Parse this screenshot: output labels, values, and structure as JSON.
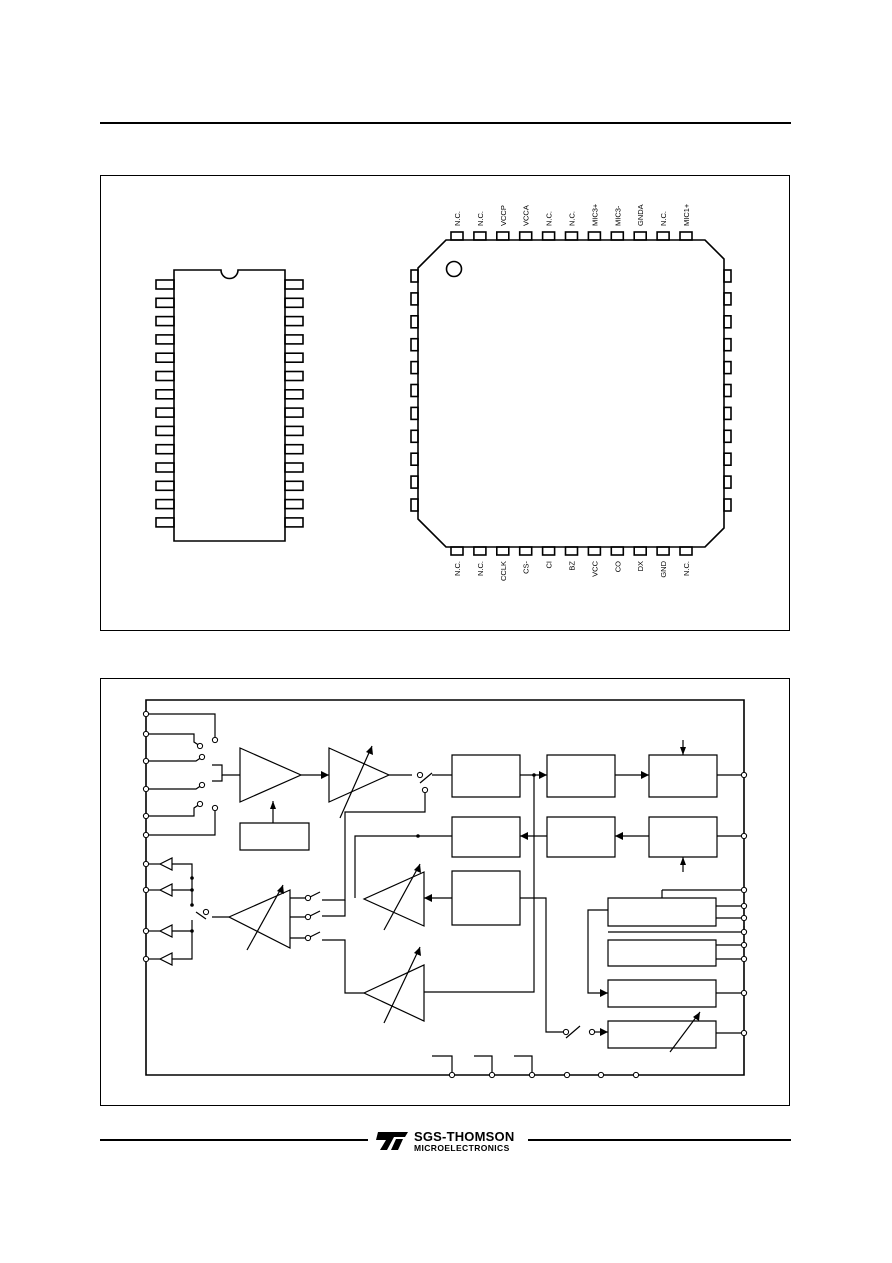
{
  "plcc": {
    "top_pins": [
      "N.C.",
      "N.C.",
      "VCCP",
      "VCCA",
      "N.C.",
      "N.C.",
      "MIC3+",
      "MIC3-",
      "GNDA",
      "N.C.",
      "MIC1+"
    ],
    "bottom_pins": [
      "N.C.",
      "N.C.",
      "CCLK",
      "CS-",
      "CI",
      "BZ",
      "VCC",
      "CO",
      "DX",
      "GND",
      "N.C."
    ]
  },
  "footer": {
    "brand": "SGS-THOMSON",
    "sub": "MICROELECTRONICS"
  }
}
